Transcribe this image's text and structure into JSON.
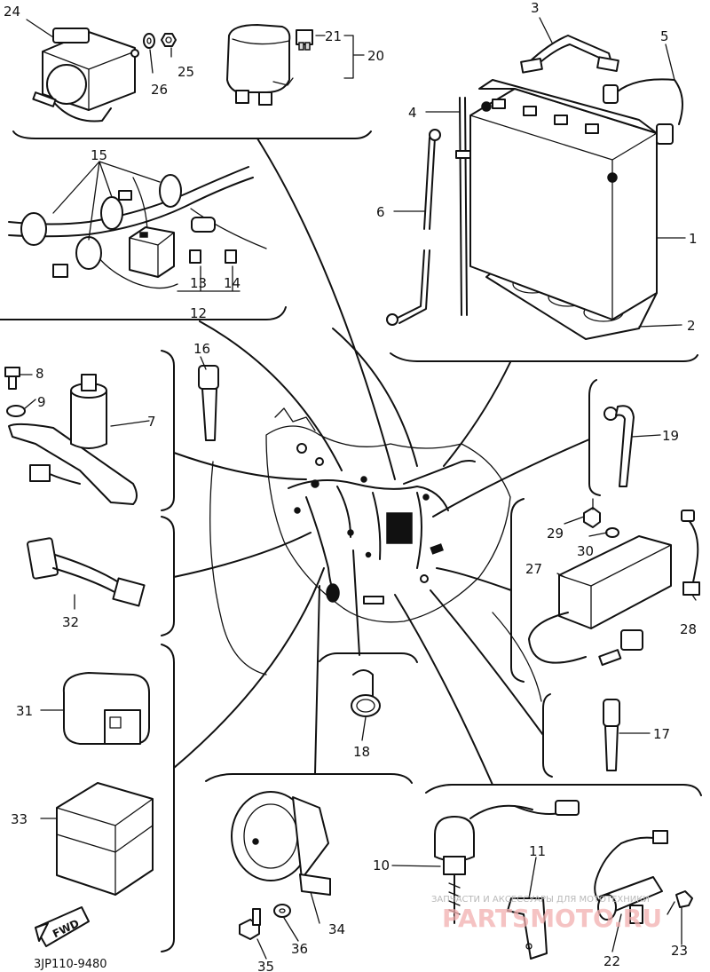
{
  "diagram": {
    "code": "3JP110-9480",
    "forward_label": "FWD",
    "watermark": {
      "text": "ЗАПЧАСТИ И АКСЕССУАРЫ ДЛЯ МОТОТЕХНИКИ",
      "logo": "PARTSMOTO.RU"
    },
    "callouts": [
      "1",
      "2",
      "3",
      "4",
      "5",
      "6",
      "7",
      "8",
      "9",
      "10",
      "11",
      "12",
      "13",
      "14",
      "15",
      "16",
      "17",
      "18",
      "19",
      "20",
      "21",
      "22",
      "23",
      "24",
      "25",
      "26",
      "27",
      "28",
      "29",
      "30",
      "31",
      "32",
      "33",
      "34",
      "35",
      "36"
    ]
  }
}
